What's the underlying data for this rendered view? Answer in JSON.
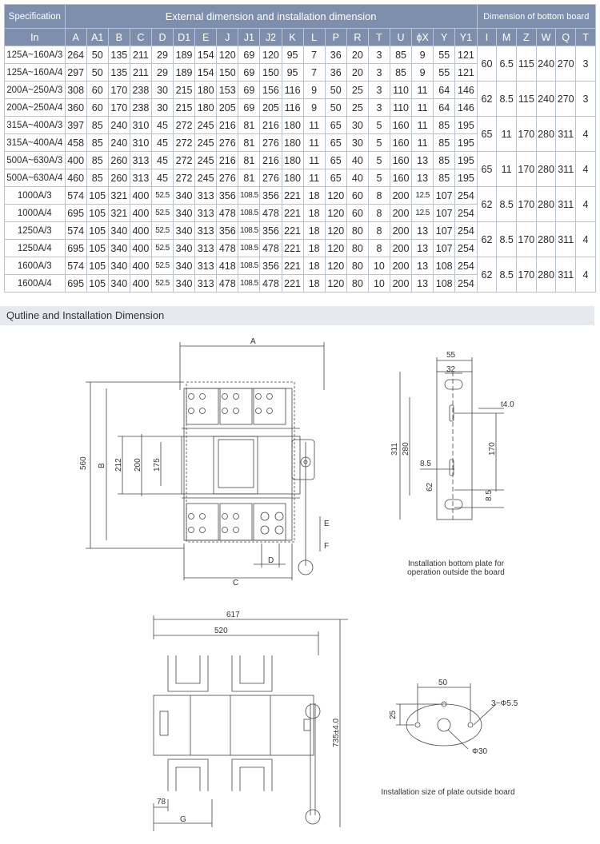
{
  "table": {
    "title_external": "External dimension and installation dimension",
    "title_bottom": "Dimension of bottom board",
    "spec_header": "Specification",
    "in_header": "In",
    "columns_ext": [
      "A",
      "A1",
      "B",
      "C",
      "D",
      "D1",
      "E",
      "J",
      "J1",
      "J2",
      "K",
      "L",
      "P",
      "R",
      "T",
      "U",
      "ϕX",
      "Y",
      "Y1"
    ],
    "columns_bottom": [
      "I",
      "M",
      "Z",
      "W",
      "Q",
      "T"
    ],
    "rows": [
      {
        "spec": "125A~160A/3",
        "v": [
          "264",
          "50",
          "135",
          "211",
          "29",
          "189",
          "154",
          "120",
          "69",
          "120",
          "95",
          "7",
          "36",
          "20",
          "3",
          "85",
          "9",
          "55",
          "121"
        ]
      },
      {
        "spec": "125A~160A/4",
        "v": [
          "297",
          "50",
          "135",
          "211",
          "29",
          "189",
          "154",
          "150",
          "69",
          "150",
          "95",
          "7",
          "36",
          "20",
          "3",
          "85",
          "9",
          "55",
          "121"
        ]
      },
      {
        "spec": "200A~250A/3",
        "v": [
          "308",
          "60",
          "170",
          "238",
          "30",
          "215",
          "180",
          "153",
          "69",
          "156",
          "116",
          "9",
          "50",
          "25",
          "3",
          "110",
          "11",
          "64",
          "146"
        ]
      },
      {
        "spec": "200A~250A/4",
        "v": [
          "360",
          "60",
          "170",
          "238",
          "30",
          "215",
          "180",
          "205",
          "69",
          "205",
          "116",
          "9",
          "50",
          "25",
          "3",
          "110",
          "11",
          "64",
          "146"
        ]
      },
      {
        "spec": "315A~400A/3",
        "v": [
          "397",
          "85",
          "240",
          "310",
          "45",
          "272",
          "245",
          "216",
          "81",
          "216",
          "180",
          "11",
          "65",
          "30",
          "5",
          "160",
          "11",
          "85",
          "195"
        ]
      },
      {
        "spec": "315A~400A/4",
        "v": [
          "458",
          "85",
          "240",
          "310",
          "45",
          "272",
          "245",
          "276",
          "81",
          "276",
          "180",
          "11",
          "65",
          "30",
          "5",
          "160",
          "11",
          "85",
          "195"
        ]
      },
      {
        "spec": "500A~630A/3",
        "v": [
          "400",
          "85",
          "260",
          "313",
          "45",
          "272",
          "245",
          "216",
          "81",
          "216",
          "180",
          "11",
          "65",
          "40",
          "5",
          "160",
          "13",
          "85",
          "195"
        ]
      },
      {
        "spec": "500A~630A/4",
        "v": [
          "460",
          "85",
          "260",
          "313",
          "45",
          "272",
          "245",
          "276",
          "81",
          "276",
          "180",
          "11",
          "65",
          "40",
          "5",
          "160",
          "13",
          "85",
          "195"
        ]
      },
      {
        "spec": "1000A/3",
        "v": [
          "574",
          "105",
          "321",
          "400",
          "52.5",
          "340",
          "313",
          "356",
          "108.5",
          "356",
          "221",
          "18",
          "120",
          "60",
          "8",
          "200",
          "12.5",
          "107",
          "254"
        ]
      },
      {
        "spec": "1000A/4",
        "v": [
          "695",
          "105",
          "321",
          "400",
          "52.5",
          "340",
          "313",
          "478",
          "108.5",
          "478",
          "221",
          "18",
          "120",
          "60",
          "8",
          "200",
          "12.5",
          "107",
          "254"
        ]
      },
      {
        "spec": "1250A/3",
        "v": [
          "574",
          "105",
          "340",
          "400",
          "52.5",
          "340",
          "313",
          "356",
          "108.5",
          "356",
          "221",
          "18",
          "120",
          "80",
          "8",
          "200",
          "13",
          "107",
          "254"
        ]
      },
      {
        "spec": "1250A/4",
        "v": [
          "695",
          "105",
          "340",
          "400",
          "52.5",
          "340",
          "313",
          "478",
          "108.5",
          "478",
          "221",
          "18",
          "120",
          "80",
          "8",
          "200",
          "13",
          "107",
          "254"
        ]
      },
      {
        "spec": "1600A/3",
        "v": [
          "574",
          "105",
          "340",
          "400",
          "52.5",
          "340",
          "313",
          "418",
          "108.5",
          "356",
          "221",
          "18",
          "120",
          "80",
          "10",
          "200",
          "13",
          "108",
          "254"
        ]
      },
      {
        "spec": "1600A/4",
        "v": [
          "695",
          "105",
          "340",
          "400",
          "52.5",
          "340",
          "313",
          "478",
          "108.5",
          "478",
          "221",
          "18",
          "120",
          "80",
          "10",
          "200",
          "13",
          "108",
          "254"
        ]
      }
    ],
    "bottom": [
      [
        "60",
        "6.5",
        "115",
        "240",
        "270",
        "3"
      ],
      [
        "62",
        "8.5",
        "115",
        "240",
        "270",
        "3"
      ],
      [
        "65",
        "11",
        "170",
        "280",
        "311",
        "4"
      ],
      [
        "65",
        "11",
        "170",
        "280",
        "311",
        "4"
      ],
      [
        "62",
        "8.5",
        "170",
        "280",
        "311",
        "4"
      ],
      [
        "62",
        "8.5",
        "170",
        "280",
        "311",
        "4"
      ],
      [
        "62",
        "8.5",
        "170",
        "280",
        "311",
        "4"
      ]
    ]
  },
  "section_title": "Qutline and Installation Dimension",
  "drawing1": {
    "A": "A",
    "B": "B",
    "C": "C",
    "D": "D",
    "E": "E",
    "F": "F",
    "d560": "560",
    "d212": "212",
    "d200": "200",
    "d175": "175"
  },
  "drawing2": {
    "d55": "55",
    "d32": "32",
    "t4": "t4.0",
    "d311": "311",
    "d280": "280",
    "d170": "170",
    "d8_5a": "8.5",
    "d62": "62",
    "d8_5b": "8.5",
    "caption_line1": "Installation bottom plate for",
    "caption_line2": "operation outside the board"
  },
  "drawing3": {
    "d617": "617",
    "d520": "520",
    "d735": "735±4.0",
    "d78": "78",
    "G": "G"
  },
  "drawing4": {
    "d50": "50",
    "d25": "25",
    "holes": "3−Φ5.5",
    "d30": "Φ30",
    "caption": "Installation size of plate outside board"
  }
}
